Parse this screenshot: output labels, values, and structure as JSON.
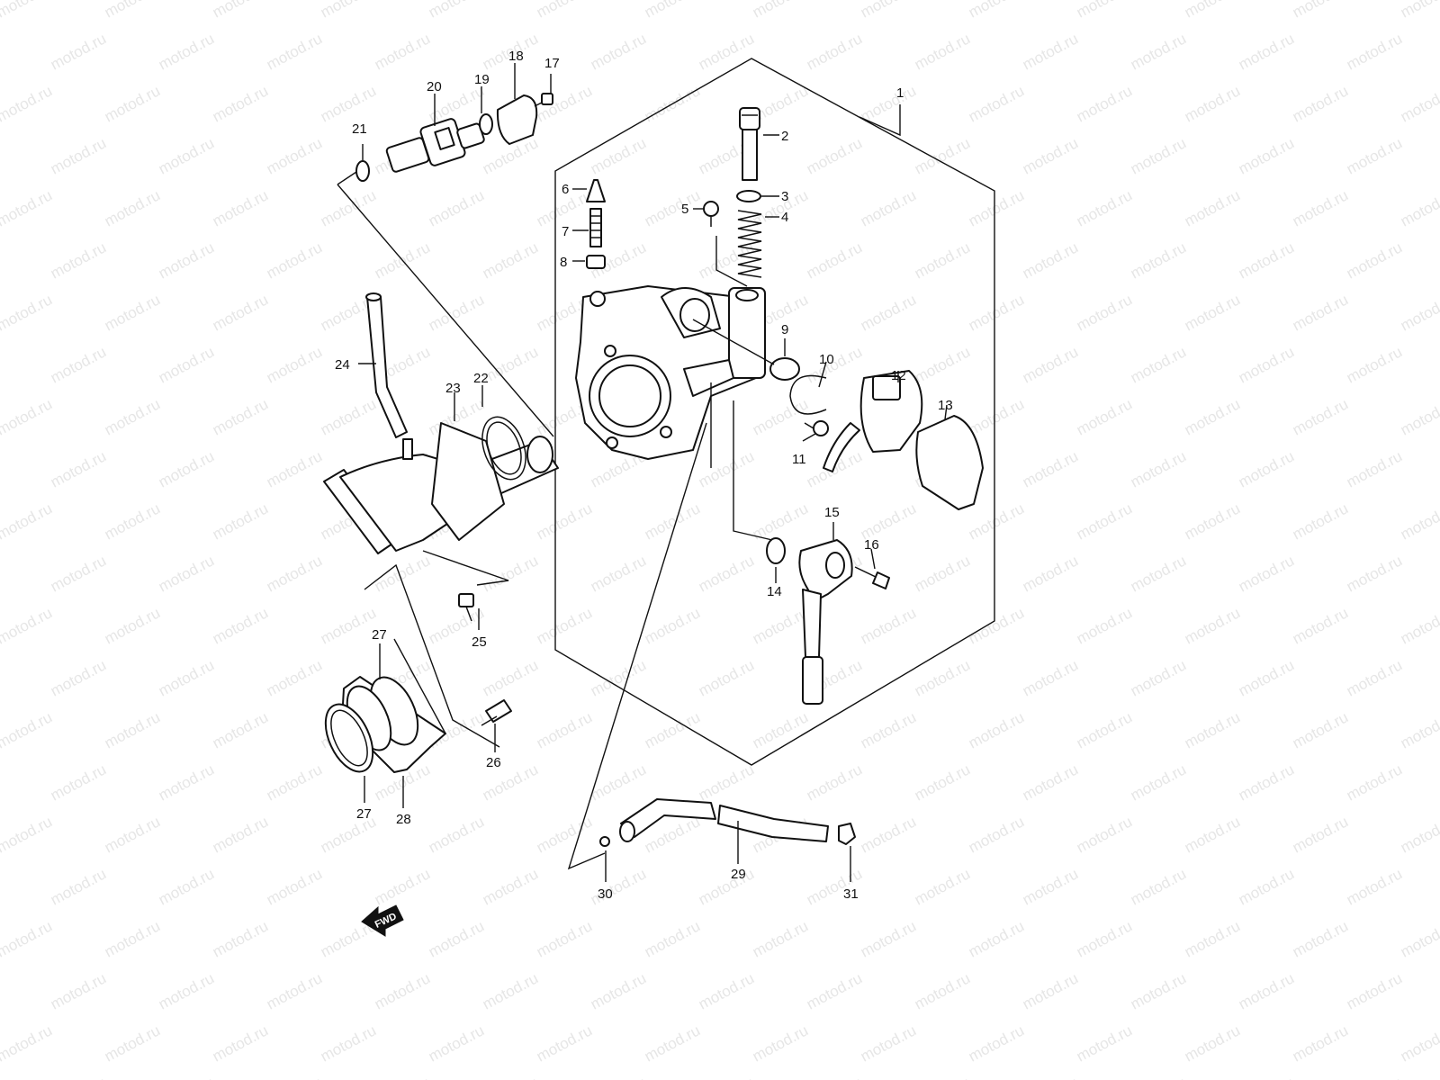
{
  "watermark": "motod.ru",
  "callouts": [
    {
      "id": "c1",
      "text": "1"
    },
    {
      "id": "c2",
      "text": "2"
    },
    {
      "id": "c3",
      "text": "3"
    },
    {
      "id": "c4",
      "text": "4"
    },
    {
      "id": "c5",
      "text": "5"
    },
    {
      "id": "c6",
      "text": "6"
    },
    {
      "id": "c7",
      "text": "7"
    },
    {
      "id": "c8",
      "text": "8"
    },
    {
      "id": "c9",
      "text": "9"
    },
    {
      "id": "c10",
      "text": "10"
    },
    {
      "id": "c11",
      "text": "11"
    },
    {
      "id": "c12",
      "text": "12"
    },
    {
      "id": "c13",
      "text": "13"
    },
    {
      "id": "c14",
      "text": "14"
    },
    {
      "id": "c15",
      "text": "15"
    },
    {
      "id": "c16",
      "text": "16"
    },
    {
      "id": "c17",
      "text": "17"
    },
    {
      "id": "c18",
      "text": "18"
    },
    {
      "id": "c19",
      "text": "19"
    },
    {
      "id": "c20",
      "text": "20"
    },
    {
      "id": "c21",
      "text": "21"
    },
    {
      "id": "c22",
      "text": "22"
    },
    {
      "id": "c23",
      "text": "23"
    },
    {
      "id": "c24",
      "text": "24"
    },
    {
      "id": "c25",
      "text": "25"
    },
    {
      "id": "c26",
      "text": "26"
    },
    {
      "id": "c27a",
      "text": "27"
    },
    {
      "id": "c27b",
      "text": "27"
    },
    {
      "id": "c28",
      "text": "28"
    },
    {
      "id": "c29",
      "text": "29"
    },
    {
      "id": "c30",
      "text": "30"
    },
    {
      "id": "c31",
      "text": "31"
    }
  ],
  "fwd_label": "FWD"
}
